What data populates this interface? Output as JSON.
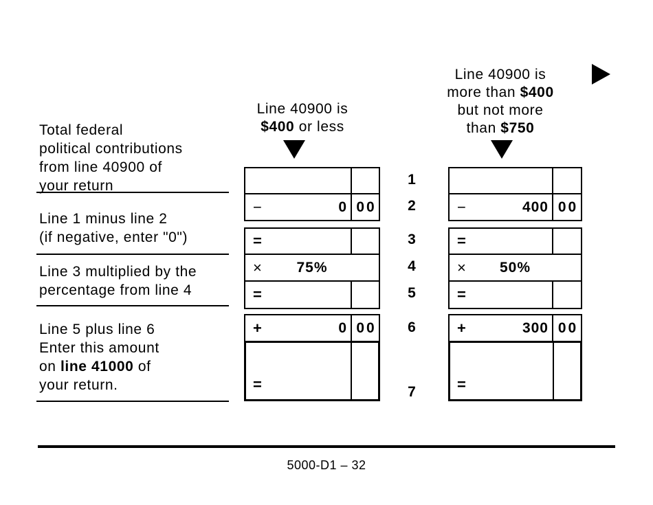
{
  "left_labels": {
    "block1": {
      "line1": "Total federal",
      "line2": "political contributions",
      "line3": "from line 40900 of",
      "line4": "your return"
    },
    "block2": {
      "line1": "Line 1 minus line 2",
      "line2": "(if negative, enter \"0\")"
    },
    "block3": {
      "line1": "Line 3 multiplied by the",
      "line2": "percentage from line 4"
    },
    "block4": {
      "line1": "Line 5 plus line 6",
      "line2": "Enter this amount",
      "line3_pre": "on ",
      "line3_bold": "line 41000",
      "line3_post": " of",
      "line4": "your return."
    }
  },
  "line_numbers": [
    "1",
    "2",
    "3",
    "4",
    "5",
    "6",
    "7"
  ],
  "column_a": {
    "header": {
      "line1": "Line 40900 is",
      "line2_bold": "$400",
      "line2_rest": " or less"
    },
    "r2": {
      "op": "−",
      "dollars": "0",
      "cents": "00"
    },
    "r3": {
      "op": "="
    },
    "r4": {
      "op": "×",
      "pct": "75%"
    },
    "r5": {
      "op": "="
    },
    "r6": {
      "op": "+",
      "dollars": "0",
      "cents": "00"
    },
    "r7": {
      "op": "="
    }
  },
  "column_b": {
    "header": {
      "line1": "Line 40900 is",
      "line2_pre": "more than ",
      "line2_bold": "$400",
      "line3": "but not more",
      "line4_pre": "than ",
      "line4_bold": "$750"
    },
    "r2": {
      "op": "−",
      "dollars": "400",
      "cents": "00"
    },
    "r3": {
      "op": "="
    },
    "r4": {
      "op": "×",
      "pct": "50%"
    },
    "r5": {
      "op": "="
    },
    "r6": {
      "op": "+",
      "dollars": "300",
      "cents": "00"
    },
    "r7": {
      "op": "="
    }
  },
  "icons": {
    "down_arrow": "down-arrow",
    "continuation_arrow": "right-arrow"
  },
  "footer": {
    "page_code": "5000-D1 – 32"
  }
}
